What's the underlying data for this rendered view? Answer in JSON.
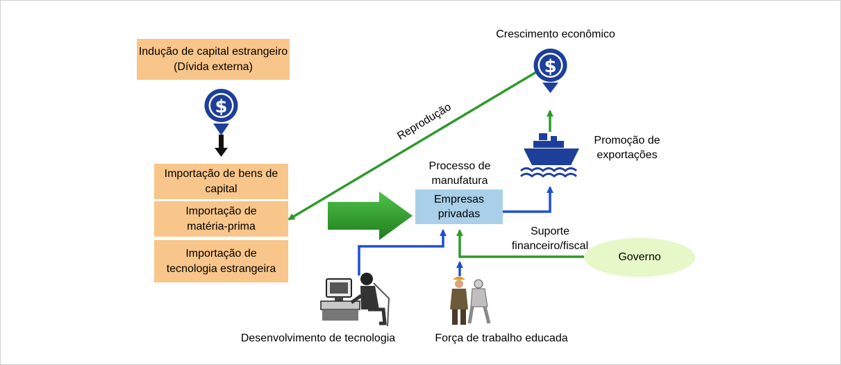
{
  "boxes": {
    "foreign_capital": "Indução de capital estrangeiro\n(Dívida externa)",
    "capital_goods": "Importação de bens de\ncapital",
    "raw_materials": "Importação de\nmatéria-prima",
    "foreign_tech": "Importação de\ntecnologia estrangeira"
  },
  "labels": {
    "economic_growth": "Crescimento econômico",
    "reproduction": "Reprodução",
    "export_promotion": "Promoção de\nexportações",
    "manufacturing_process": "Processo de\nmanufatura",
    "private_companies": "Empresas\nprivadas",
    "support": "Suporte\nfinanceiro/fiscal",
    "government": "Governo",
    "tech_development": "Desenvolvimento de tecnologia",
    "workforce": "Força de trabalho educada"
  },
  "icons": {
    "dollar_left": "dollar-icon",
    "dollar_right": "dollar-icon",
    "ship": "ship-icon",
    "computer_user": "computer-user-icon",
    "workers": "workers-icon"
  },
  "colors": {
    "box_orange": "#f8c58a",
    "company_blue": "#a9d0e8",
    "government_green": "#e6f7c8",
    "arrow_green": "#2e9a2a",
    "arrow_blue": "#1f4fd0",
    "dollar_blue": "#1d3f9a"
  }
}
